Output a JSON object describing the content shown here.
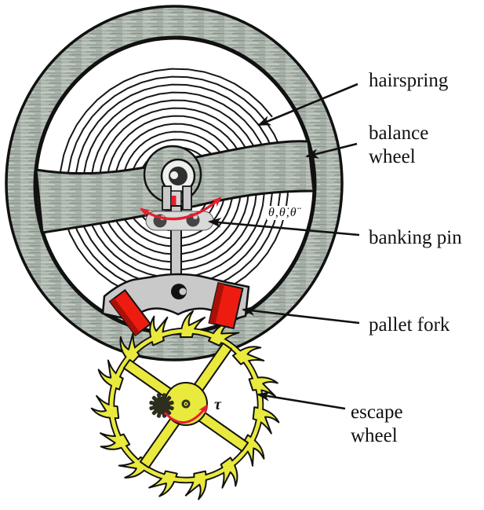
{
  "figure": {
    "labels": {
      "hairspring": "hairspring",
      "balance_wheel_line1": "balance",
      "balance_wheel_line2": "wheel",
      "banking_pin": "banking pin",
      "pallet_fork": "pallet fork",
      "escape_wheel_line1": "escape",
      "escape_wheel_line2": "wheel"
    },
    "symbols": {
      "theta_group": "θ,θ̇,θ̈",
      "tau": "τ"
    },
    "colors": {
      "background": "#ffffff",
      "rim_gray": "#a9b2aa",
      "outline_black": "#111111",
      "fork_gray": "#c9c9c9",
      "pallet_red": "#ee1c10",
      "pallet_red_dark": "#a81108",
      "escape_yellow": "#e9e93e",
      "arrow_red": "#e41f2e",
      "pinion_dark": "#2e2e1e",
      "banking_pin_dark": "#454545",
      "label_color": "#111111"
    }
  }
}
